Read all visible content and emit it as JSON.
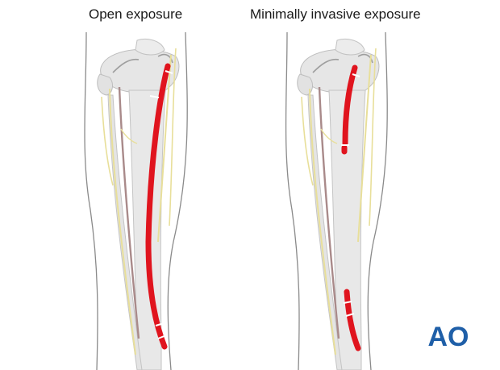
{
  "panels": [
    {
      "title": "Open exposure"
    },
    {
      "title": "Minimally invasive exposure"
    }
  ],
  "logo": {
    "text": "AO",
    "color": "#1f5fa8"
  },
  "colors": {
    "incision": "#e0141e",
    "outline": "#8a8a8a",
    "bone": "#e4e4e4",
    "bone_edge": "#b8b8b8",
    "nerve": "#e8df9a",
    "vessel": "#a98a8a"
  }
}
